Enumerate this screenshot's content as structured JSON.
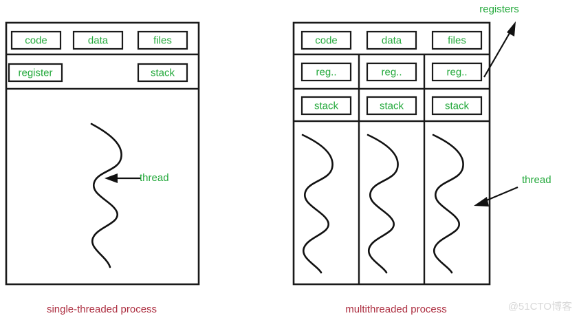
{
  "background": "#ffffff",
  "colors": {
    "box_stroke": "#1a1a1a",
    "label_green": "#22a83a",
    "caption_red": "#ad2f41",
    "thread_stroke": "#111111",
    "watermark_gray": "#d8d8d8"
  },
  "left_diagram": {
    "caption": "single-threaded process",
    "row_shared": [
      {
        "label": "code"
      },
      {
        "label": "data"
      },
      {
        "label": "files"
      }
    ],
    "row_private": [
      {
        "label": "register"
      },
      {
        "label": "stack"
      }
    ],
    "thread_count": 1,
    "annotation": {
      "label": "thread",
      "arrow": "left-arrow"
    }
  },
  "right_diagram": {
    "caption": "multithreaded process",
    "row_shared": [
      {
        "label": "code"
      },
      {
        "label": "data"
      },
      {
        "label": "files"
      }
    ],
    "row_registers": [
      {
        "label": "reg.."
      },
      {
        "label": "reg.."
      },
      {
        "label": "reg.."
      }
    ],
    "row_stacks": [
      {
        "label": "stack"
      },
      {
        "label": "stack"
      },
      {
        "label": "stack"
      }
    ],
    "thread_count": 3,
    "annotations": [
      {
        "label": "registers",
        "arrow": "up-right-arrow"
      },
      {
        "label": "thread",
        "arrow": "down-left-arrow"
      }
    ]
  },
  "watermark": {
    "text": "@51CTO博客"
  }
}
